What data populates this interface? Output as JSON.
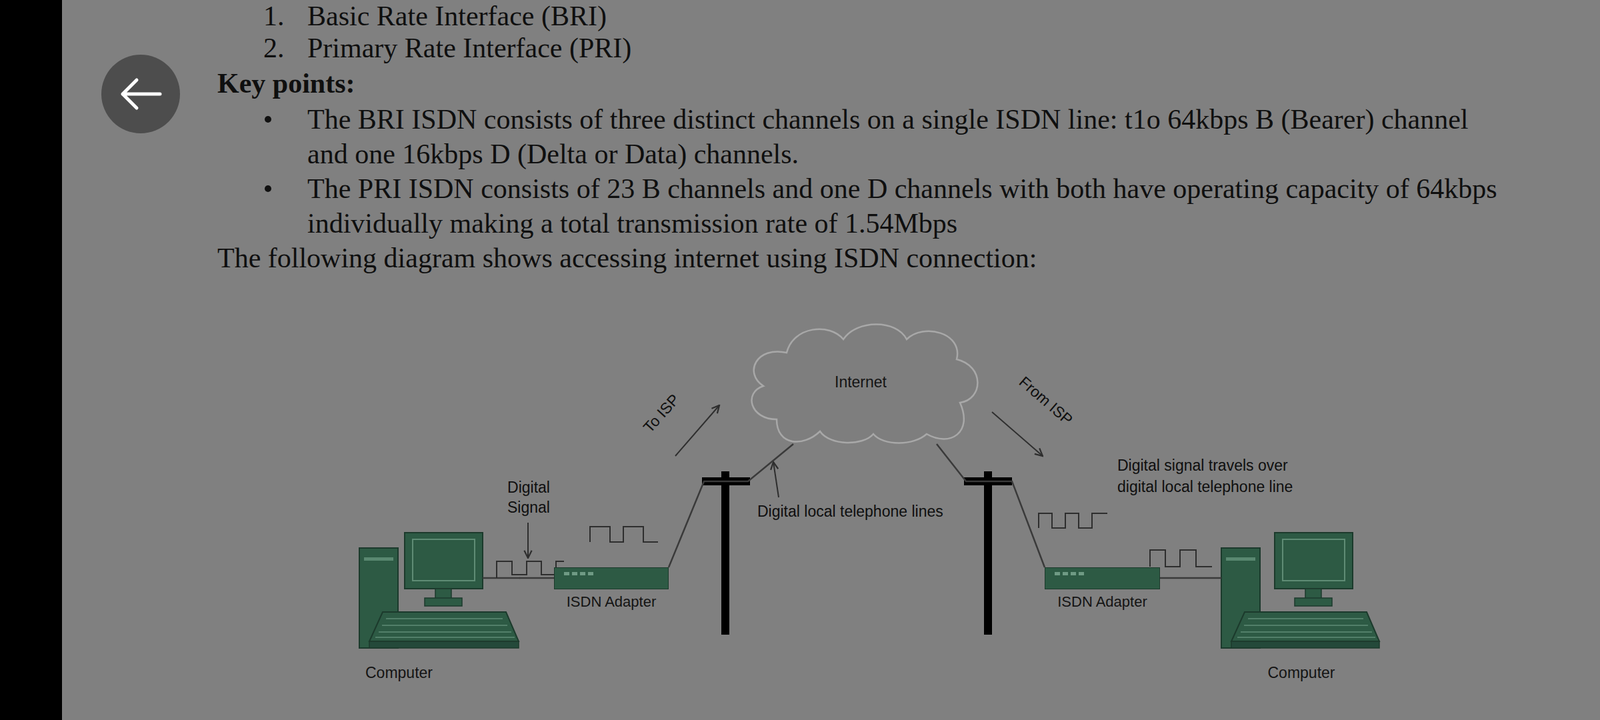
{
  "diagram": {
    "nodes": [
      {
        "text": [
          "Internet"
        ]
      },
      {
        "text": [
          "Computer"
        ]
      },
      {
        "text": [
          "ISDN Adapter"
        ]
      },
      {
        "text": [
          "ISDN Adapter"
        ]
      },
      {
        "text": [
          "Computer"
        ]
      }
    ],
    "edges": [
      {
        "from": 1,
        "to": 2,
        "arrow": "none"
      },
      {
        "from": 2,
        "to": 0,
        "arrow": "none"
      },
      {
        "from": 0,
        "to": 3,
        "arrow": "none"
      },
      {
        "from": 3,
        "to": 4,
        "arrow": "none"
      }
    ],
    "labels": [
      "1.",
      "Basic Rate Interface (BRI)",
      "2.",
      "Primary Rate Interface (PRI)",
      "Key points:",
      "The BRI ISDN consists of three distinct channels on a single ISDN line: t1o 64kbps B (Bearer) channel and one 16kbps D (Delta or Data) channels.",
      "The PRI ISDN consists of 23 B channels and one D channels with both have operating capacity of 64kbps individually making a total transmission rate of 1.54Mbps",
      "The following diagram shows accessing internet using ISDN connection:",
      "To ISP",
      "From ISP",
      "Digital Signal",
      "Digital local telephone lines",
      "Digital signal travels over digital local telephone line"
    ]
  }
}
